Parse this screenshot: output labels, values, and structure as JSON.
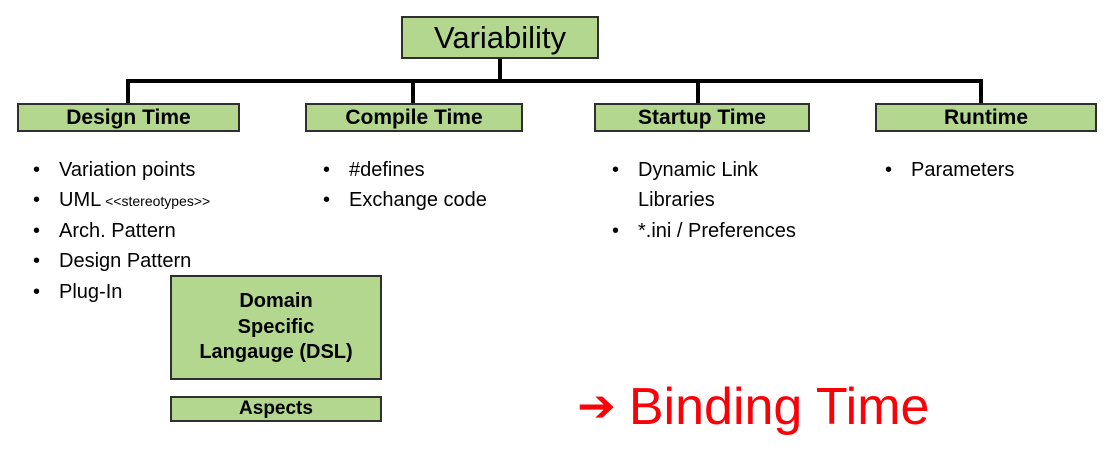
{
  "diagram": {
    "root": {
      "label": "Variability"
    },
    "categories": [
      {
        "label": "Design Time"
      },
      {
        "label": "Compile Time"
      },
      {
        "label": "Startup Time"
      },
      {
        "label": "Runtime"
      }
    ],
    "columns": [
      {
        "name": "design-time",
        "items": [
          {
            "text": "Variation points",
            "suffix": ""
          },
          {
            "text": "UML",
            "suffix": " <<stereotypes>>"
          },
          {
            "text": "Arch. Pattern",
            "suffix": ""
          },
          {
            "text": "Design Pattern",
            "suffix": ""
          },
          {
            "text": "Plug-In",
            "suffix": ""
          }
        ]
      },
      {
        "name": "compile-time",
        "items": [
          {
            "text": "#defines",
            "suffix": ""
          },
          {
            "text": "Exchange code",
            "suffix": ""
          }
        ]
      },
      {
        "name": "startup-time",
        "items": [
          {
            "text": "Dynamic Link Libraries",
            "suffix": ""
          },
          {
            "text": "*.ini / Preferences",
            "suffix": ""
          }
        ]
      },
      {
        "name": "runtime",
        "items": [
          {
            "text": "Parameters",
            "suffix": ""
          }
        ]
      }
    ],
    "extra_boxes": {
      "dsl": {
        "line1": "Domain",
        "line2": "Specific",
        "line3": "Langauge (DSL)"
      },
      "aspects": {
        "label": "Aspects"
      }
    },
    "callout": {
      "arrow": "➔",
      "label": "Binding Time"
    },
    "bullet_glyph": "•",
    "colors": {
      "box_fill": "#b3d78f",
      "box_border": "#2f2f2f",
      "connector": "#000000",
      "callout": "#fb0007",
      "text": "#000000",
      "background": "#ffffff"
    }
  }
}
